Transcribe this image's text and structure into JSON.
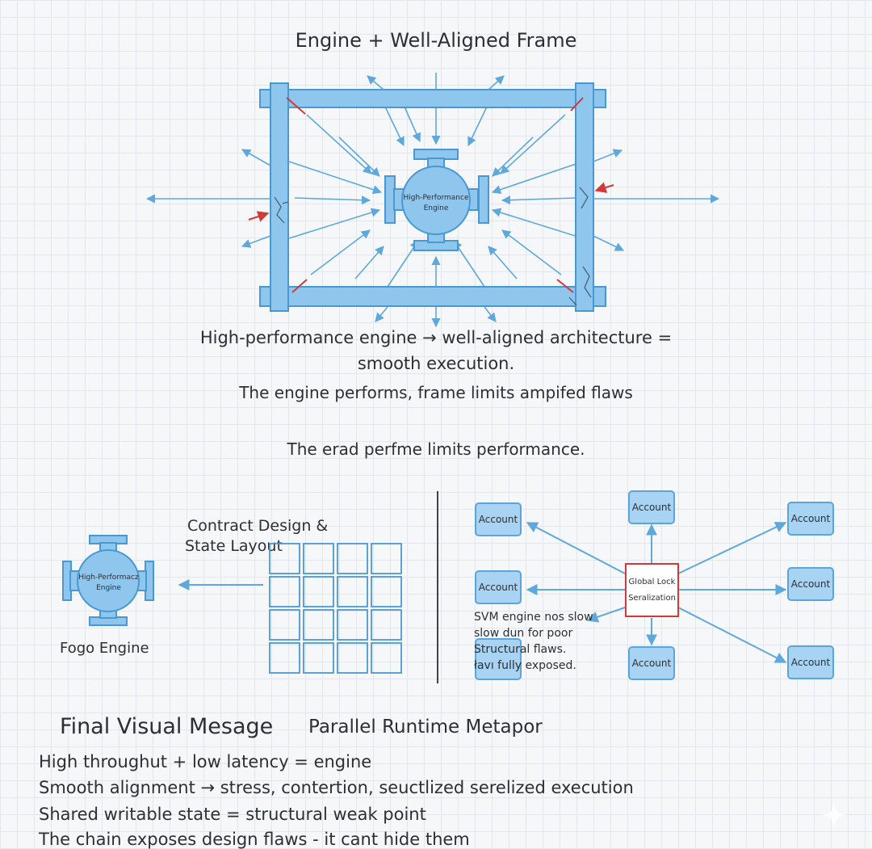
{
  "top": {
    "title": "Engine + Well-Aligned Frame",
    "engine_label_line1": "High-Performance",
    "engine_label_line2": "Engine",
    "caption_line1": "High-performance engine → well-aligned architecture =",
    "caption_line2": "smooth execution.",
    "caption_line3": "The engine performs, frame limits ampifed flaws",
    "caption_line4": "The erad perfme limits performance."
  },
  "left_panel": {
    "heading_line1": "Contract Design &",
    "heading_line2": "State Layout",
    "engine_label_line1": "High-Performacz",
    "engine_label_line2": "Engine",
    "engine_name": "Fogo Engine"
  },
  "right_panel": {
    "center_line1": "Global Lock",
    "center_line2": "Seralization",
    "account_label": "Account",
    "note_line1": "SVM engine nos slow",
    "note_line2": "slow dun for poor",
    "note_line3": "Structural flaws.",
    "note_line4": "łavı fully exposed."
  },
  "footer": {
    "heading": "Final Visual Mesage",
    "subheading": "Parallel Runtime Metapor",
    "line1": "High throughut + low latency = engine",
    "line2": "Smooth alignment → stress, contertion, seuctlized serelized execution",
    "line3": "Shared writable state = structural weak point",
    "line4": "The chain exposes design flaws - it cant hide them"
  },
  "colors": {
    "frame_fill": "#8ec6ee",
    "frame_stroke": "#4a98d2",
    "arrow": "#5ea8dc",
    "crack": "#d23a3a",
    "lock_border": "#d23a3a"
  }
}
